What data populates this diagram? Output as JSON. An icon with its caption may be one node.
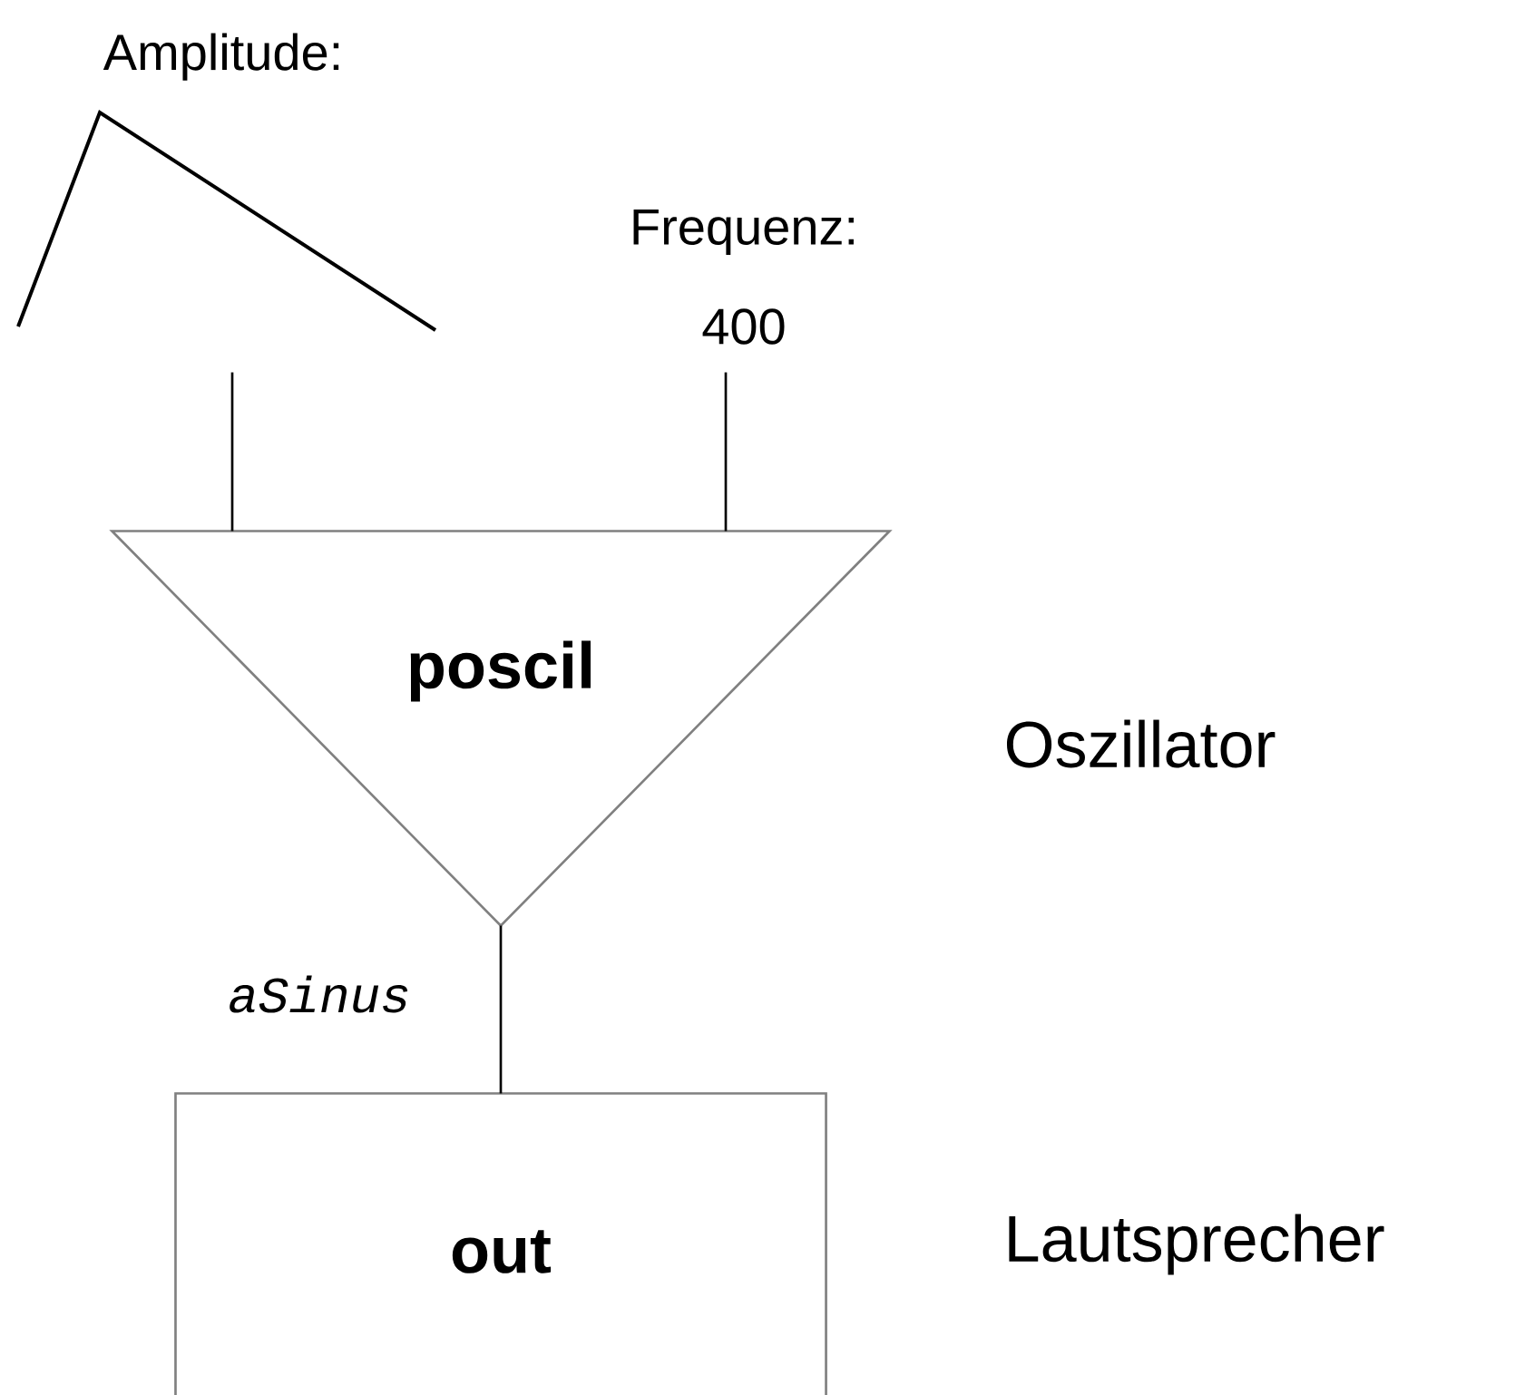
{
  "diagram": {
    "nodes": [
      {
        "text": [
          "Amplitude:"
        ]
      },
      {
        "text": [
          "Frequenz:",
          "400"
        ]
      },
      {
        "text": [
          "poscil"
        ],
        "beside": [
          "Oszillator"
        ]
      },
      {
        "text": [
          "out"
        ],
        "beside": [
          "Lautsprecher"
        ]
      }
    ],
    "edges": [
      {
        "from": 0,
        "to": 2,
        "arrow": "none"
      },
      {
        "from": 1,
        "to": 2,
        "arrow": "none"
      },
      {
        "from": 2,
        "to": 3,
        "arrow": "none",
        "label": "aSinus"
      }
    ]
  }
}
